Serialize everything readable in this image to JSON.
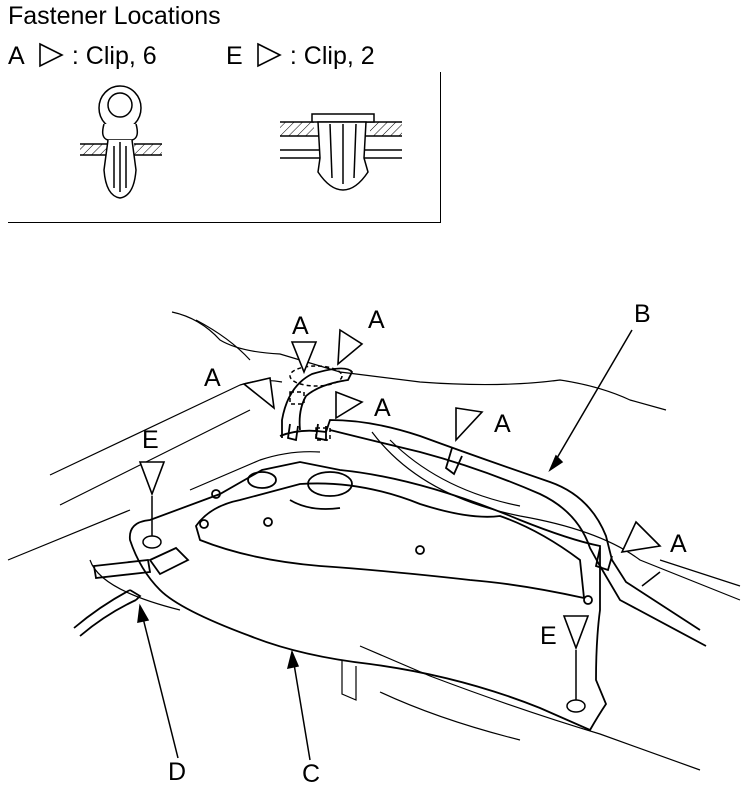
{
  "title": "Fastener Locations",
  "legend": [
    {
      "letter": "A",
      "text": ": Clip, 6"
    },
    {
      "letter": "E",
      "text": ": Clip, 2"
    }
  ],
  "callouts": {
    "a1": "A",
    "a2": "A",
    "a3": "A",
    "a4": "A",
    "a5": "A",
    "a6": "A",
    "b": "B",
    "c": "C",
    "d": "D",
    "e1": "E",
    "e2": "E"
  }
}
